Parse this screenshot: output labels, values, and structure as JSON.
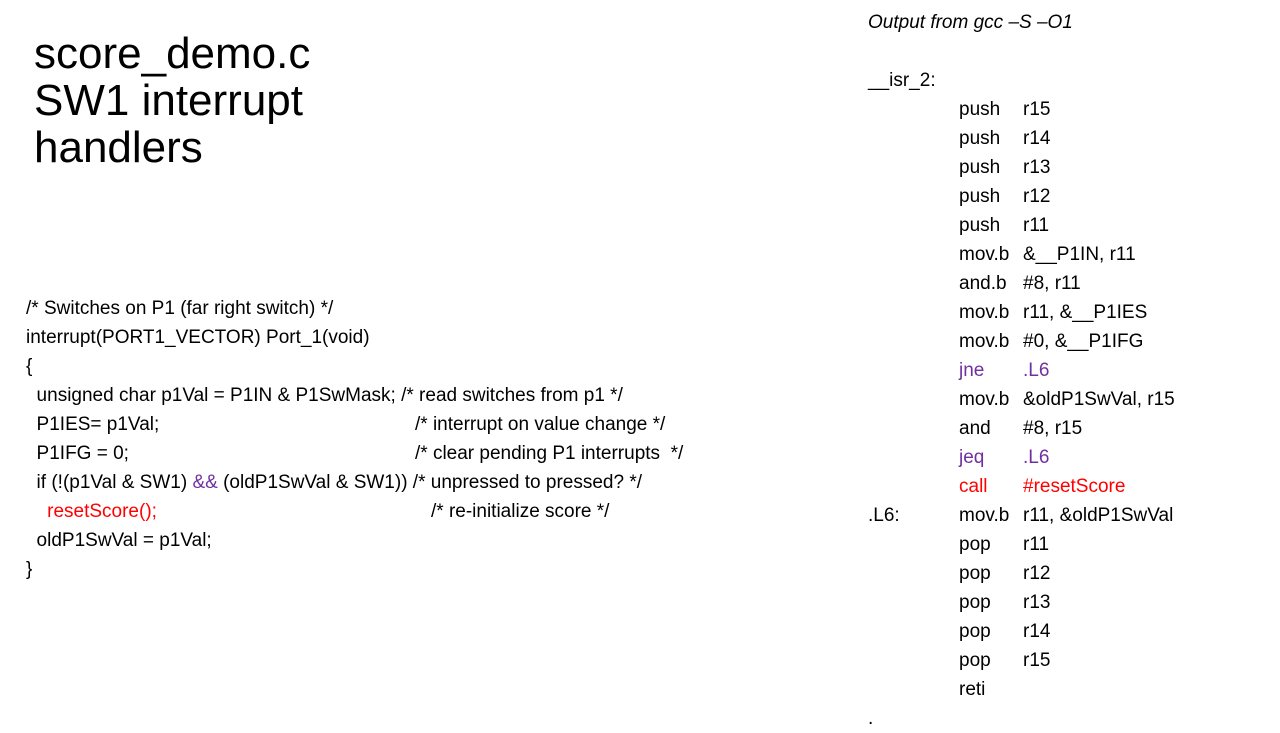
{
  "colors": {
    "text": "#000000",
    "keyword_purple": "#7030A0",
    "highlight_red": "#FF0000",
    "background": "#FFFFFF"
  },
  "title": {
    "line1": "score_demo.c",
    "line2": "SW1 interrupt",
    "line3": "handlers"
  },
  "code": {
    "line1": "/* Switches on P1 (far right switch) */",
    "line2": "interrupt(PORT1_VECTOR) Port_1(void)",
    "line3": "{",
    "line4": "  unsigned char p1Val = P1IN & P1SwMask; /* read switches from p1 */",
    "line5_code": "  P1IES= p1Val;",
    "line5_comment": "/* interrupt on value change */",
    "line6_code": "  P1IFG = 0;",
    "line6_comment": "/* clear pending P1 interrupts  */",
    "line7_a": "  if (!(p1Val & SW1) ",
    "line7_and": "&&",
    "line7_b": " (oldP1SwVal & SW1)) /* unpressed to pressed? */",
    "line8_code": "    resetScore();",
    "line8_comment": "/* re-initialize score */",
    "line9": "  oldP1SwVal = p1Val;",
    "line10": "}"
  },
  "asm": {
    "heading": "Output from gcc –S –O1",
    "label_isr": "__isr_2:",
    "label_l6": ".L6:",
    "trailing": ".",
    "rows": [
      {
        "op": "push",
        "arg": "r15"
      },
      {
        "op": "push",
        "arg": "r14"
      },
      {
        "op": "push",
        "arg": "r13"
      },
      {
        "op": "push",
        "arg": "r12"
      },
      {
        "op": "push",
        "arg": "r11"
      },
      {
        "op": "mov.b",
        "arg": "&__P1IN, r11"
      },
      {
        "op": "and.b",
        "arg": "#8, r11"
      },
      {
        "op": "mov.b",
        "arg": "r11, &__P1IES"
      },
      {
        "op": "mov.b",
        "arg": "#0, &__P1IFG"
      },
      {
        "op": "jne",
        "arg": ".L6"
      },
      {
        "op": "mov.b",
        "arg": "&oldP1SwVal, r15"
      },
      {
        "op": "and",
        "arg": "#8, r15"
      },
      {
        "op": "jeq",
        "arg": ".L6"
      },
      {
        "op": "call",
        "arg": "#resetScore"
      },
      {
        "op": "mov.b",
        "arg": "r11, &oldP1SwVal"
      },
      {
        "op": "pop",
        "arg": "r11"
      },
      {
        "op": "pop",
        "arg": "r12"
      },
      {
        "op": "pop",
        "arg": "r13"
      },
      {
        "op": "pop",
        "arg": "r14"
      },
      {
        "op": "pop",
        "arg": "r15"
      },
      {
        "op": "reti",
        "arg": ""
      }
    ]
  }
}
